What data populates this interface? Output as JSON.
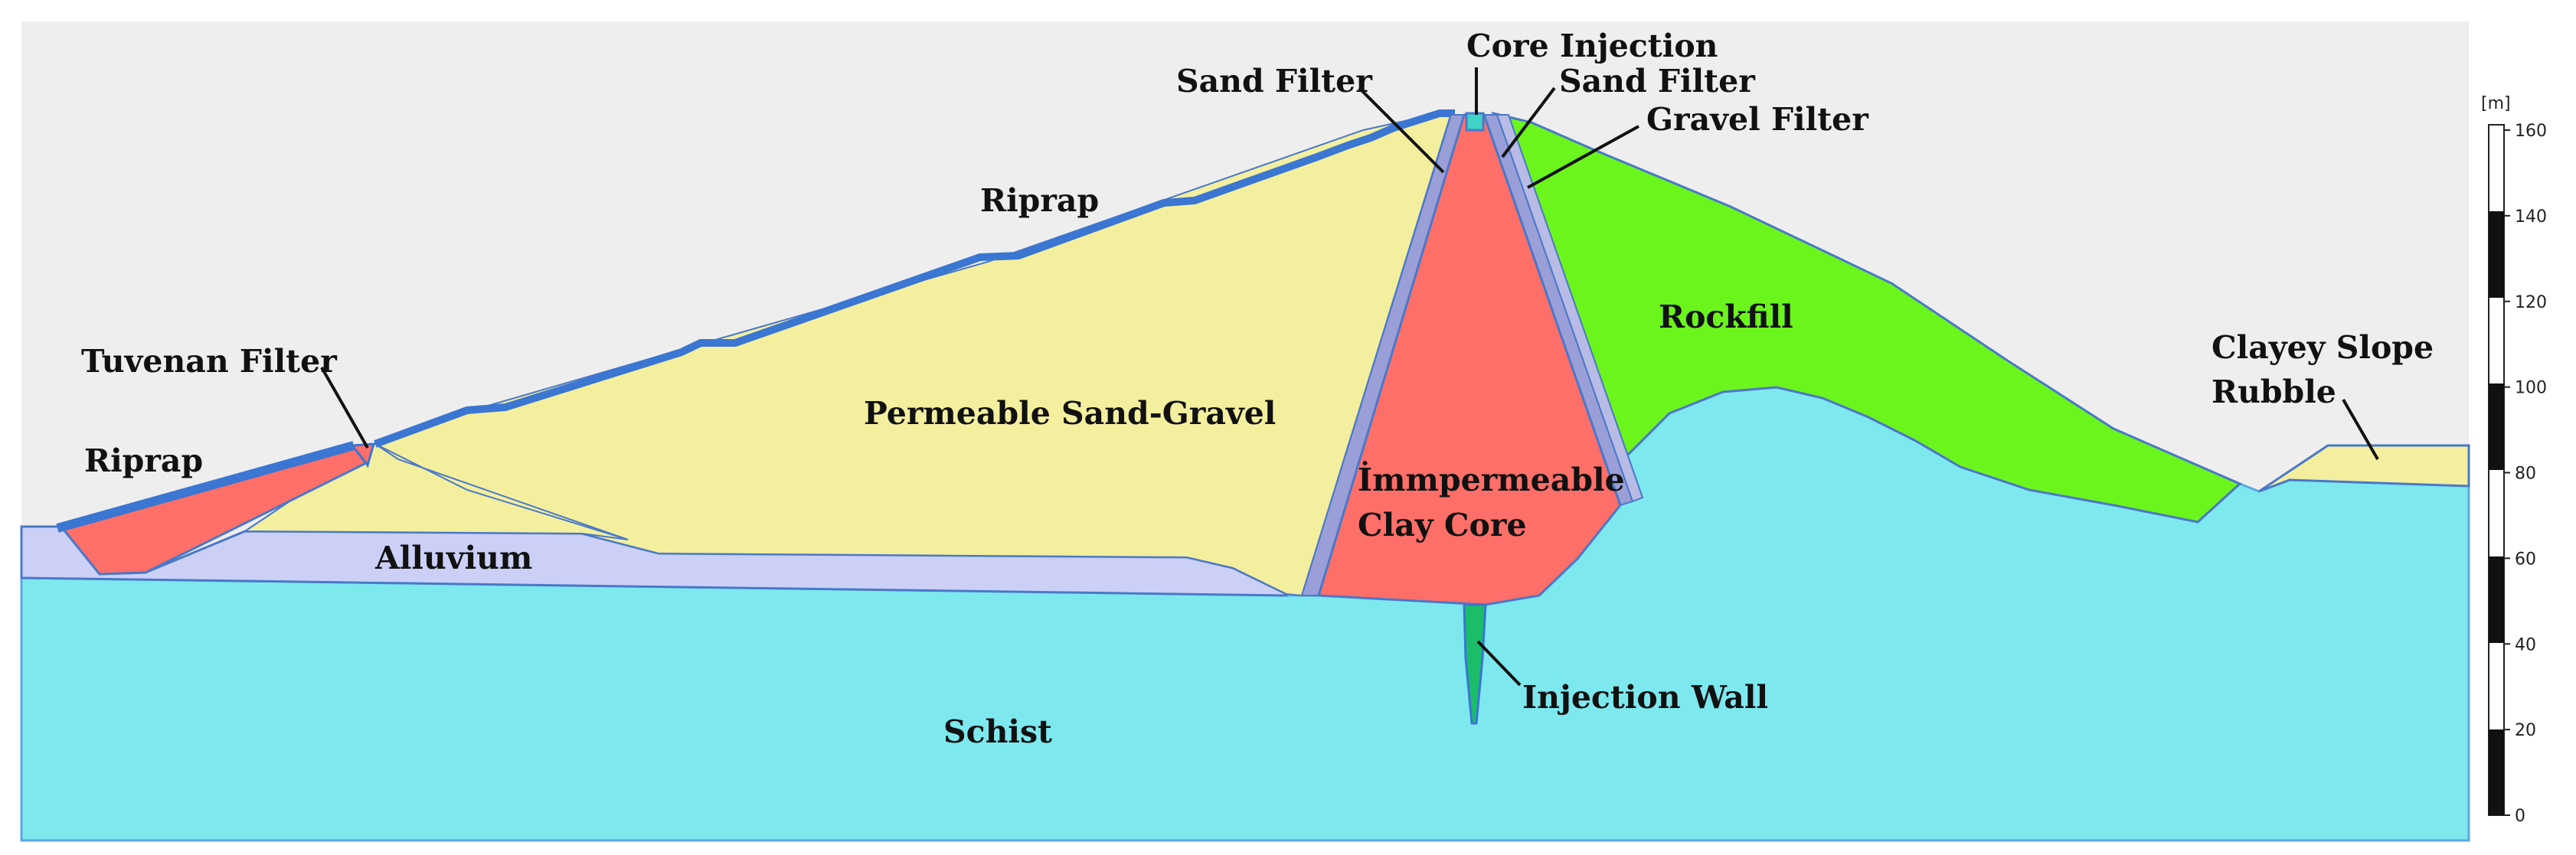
{
  "colors": {
    "background": "#eeeeee",
    "schist": "#7ee8ef",
    "alluvium": "#ccd0f7",
    "sand_gravel": "#f3ef9f",
    "clay_core": "#ff6f69",
    "rockfill": "#6cf51d",
    "riprap": "#3a76d2",
    "filter": "#9a9fd8",
    "injection": "#1bbd6a",
    "border": "#4a78c8"
  },
  "labels": {
    "core_injection": "Core Injection",
    "sand_filter_left": "Sand Filter",
    "sand_filter_right": "Sand Filter",
    "gravel_filter": "Gravel Filter",
    "riprap_top": "Riprap",
    "riprap_left": "Riprap",
    "tuvenan_filter": "Tuvenan Filter",
    "permeable_sand_gravel": "Permeable Sand-Gravel",
    "rockfill": "Rockfill",
    "clayey_slope_1": "Clayey Slope",
    "clayey_slope_2": "Rubble",
    "clay_core_1": "İmmpermeable",
    "clay_core_2": "Clay Core",
    "alluvium": "Alluvium",
    "schist": "Schist",
    "injection_wall": "Injection Wall"
  },
  "scale": {
    "unit": "[m]",
    "ticks": [
      "160",
      "140",
      "120",
      "100",
      "80",
      "60",
      "40",
      "20",
      "0"
    ]
  }
}
